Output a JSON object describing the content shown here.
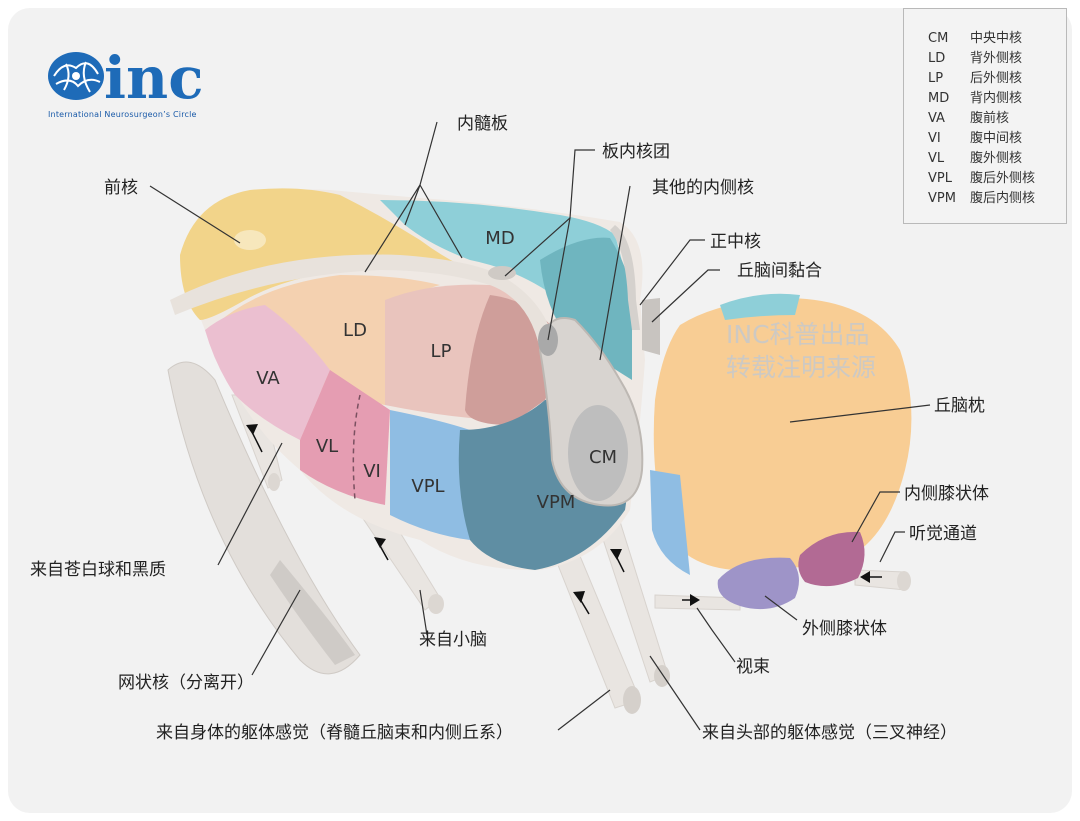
{
  "logo": {
    "brand_text": "inc",
    "subtitle": "International  Neurosurgeon’s  Circle",
    "brand_color": "#1e6bb8"
  },
  "watermark": {
    "line1": "INC科普出品",
    "line2": "转载注明来源"
  },
  "legend": [
    {
      "abbr": "CM",
      "name": "中央中核"
    },
    {
      "abbr": "LD",
      "name": "背外侧核"
    },
    {
      "abbr": "LP",
      "name": "后外侧核"
    },
    {
      "abbr": "MD",
      "name": "背内侧核"
    },
    {
      "abbr": "VA",
      "name": "腹前核"
    },
    {
      "abbr": "VI",
      "name": "腹中间核"
    },
    {
      "abbr": "VL",
      "name": "腹外侧核"
    },
    {
      "abbr": "VPL",
      "name": "腹后外侧核"
    },
    {
      "abbr": "VPM",
      "name": "腹后内侧核"
    }
  ],
  "nuclei": {
    "md": "MD",
    "ld": "LD",
    "lp": "LP",
    "va": "VA",
    "vl": "VL",
    "vi": "VI",
    "vpl": "VPL",
    "vpm": "VPM",
    "cm": "CM"
  },
  "callouts": {
    "internal_medullary_lamina": "内髓板",
    "intralaminar_nuclei": "板内核团",
    "anterior_nucleus": "前核",
    "other_medial_nuclei": "其他的内侧核",
    "midline_nucleus": "正中核",
    "interthalamic_adhesion": "丘脑间黏合",
    "pulvinar": "丘脑枕",
    "medial_geniculate": "内侧膝状体",
    "auditory_pathway": "听觉通道",
    "lateral_geniculate": "外侧膝状体",
    "optic_tract": "视束",
    "from_pallidum_nigra": "来自苍白球和黑质",
    "from_cerebellum": "来自小脑",
    "reticular_nucleus": "网状核（分离开）",
    "from_body": "来自身体的躯体感觉（脊髓丘脑束和内侧丘系）",
    "from_head": "来自头部的躯体感觉（三叉神经）"
  },
  "colors": {
    "anterior": "#f2d48a",
    "md": "#8ecfd8",
    "ld": "#f4d1b0",
    "lp": "#e9c4bd",
    "va": "#ebbfd0",
    "vl": "#e59db2",
    "vpl": "#8fbde3",
    "vpm": "#5f8ea3",
    "pulvinar": "#f8cd94",
    "lgn": "#9e94c8",
    "mgn": "#b26a94",
    "fiber": "#e6e1dc"
  }
}
